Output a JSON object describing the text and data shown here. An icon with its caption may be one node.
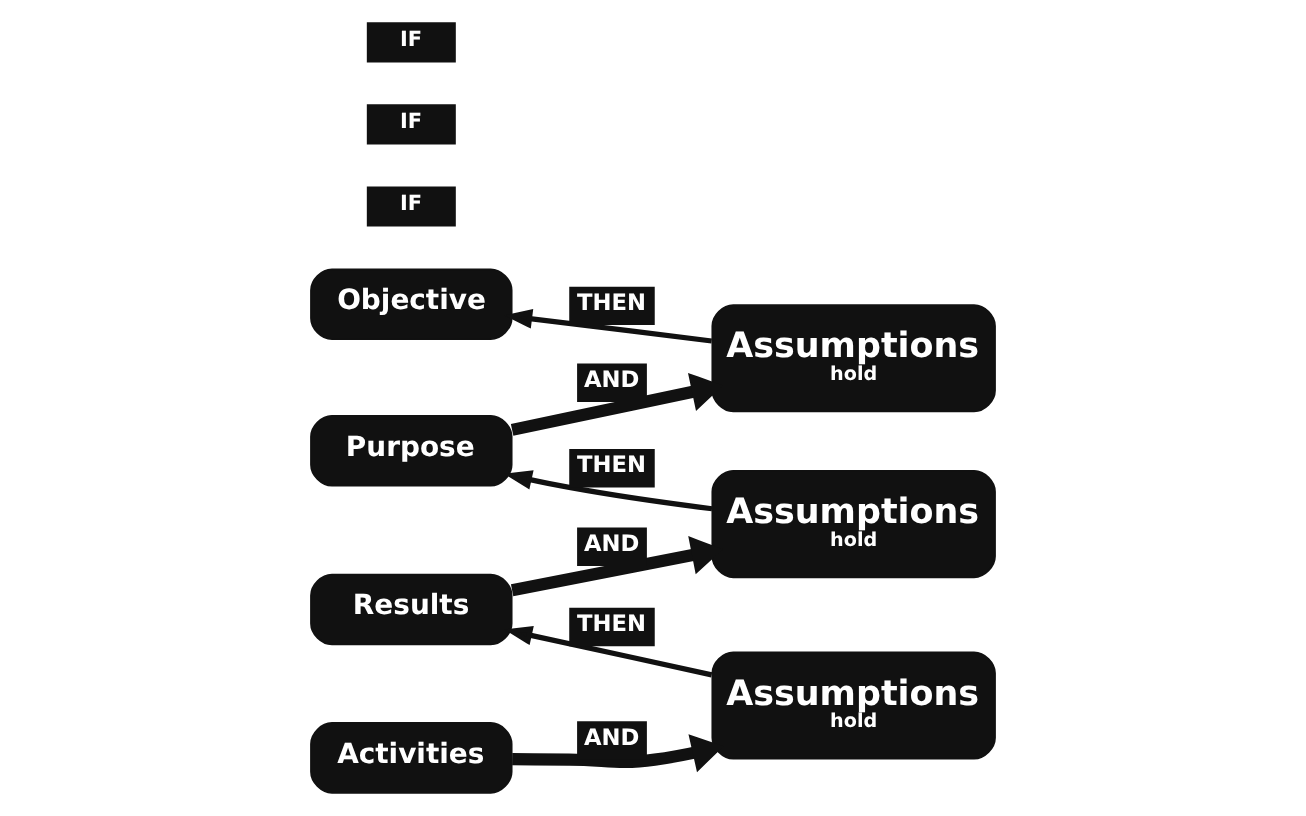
{
  "diagram": {
    "nodes": [
      {
        "text": [
          "Objective"
        ]
      },
      {
        "text": [
          "IF"
        ]
      },
      {
        "text": [
          "Purpose"
        ]
      },
      {
        "text": [
          "Assumptions",
          "hold"
        ]
      },
      {
        "text": [
          "IF"
        ]
      },
      {
        "text": [
          "Results"
        ]
      },
      {
        "text": [
          "Assumptions",
          "hold"
        ]
      },
      {
        "text": [
          "IF"
        ]
      },
      {
        "text": [
          "Activities"
        ]
      },
      {
        "text": [
          "Assumptions",
          "hold"
        ]
      }
    ],
    "edges": [
      {
        "from": 3,
        "to": 0,
        "arrow": "to",
        "label": "THEN"
      },
      {
        "from": 2,
        "to": 3,
        "arrow": "to",
        "label": "AND",
        "style": "thick"
      },
      {
        "from": 6,
        "to": 2,
        "arrow": "to",
        "label": "THEN"
      },
      {
        "from": 5,
        "to": 6,
        "arrow": "to",
        "label": "AND",
        "style": "thick"
      },
      {
        "from": 9,
        "to": 5,
        "arrow": "to",
        "label": "THEN"
      },
      {
        "from": 8,
        "to": 9,
        "arrow": "to",
        "label": "AND",
        "style": "thick"
      }
    ]
  }
}
